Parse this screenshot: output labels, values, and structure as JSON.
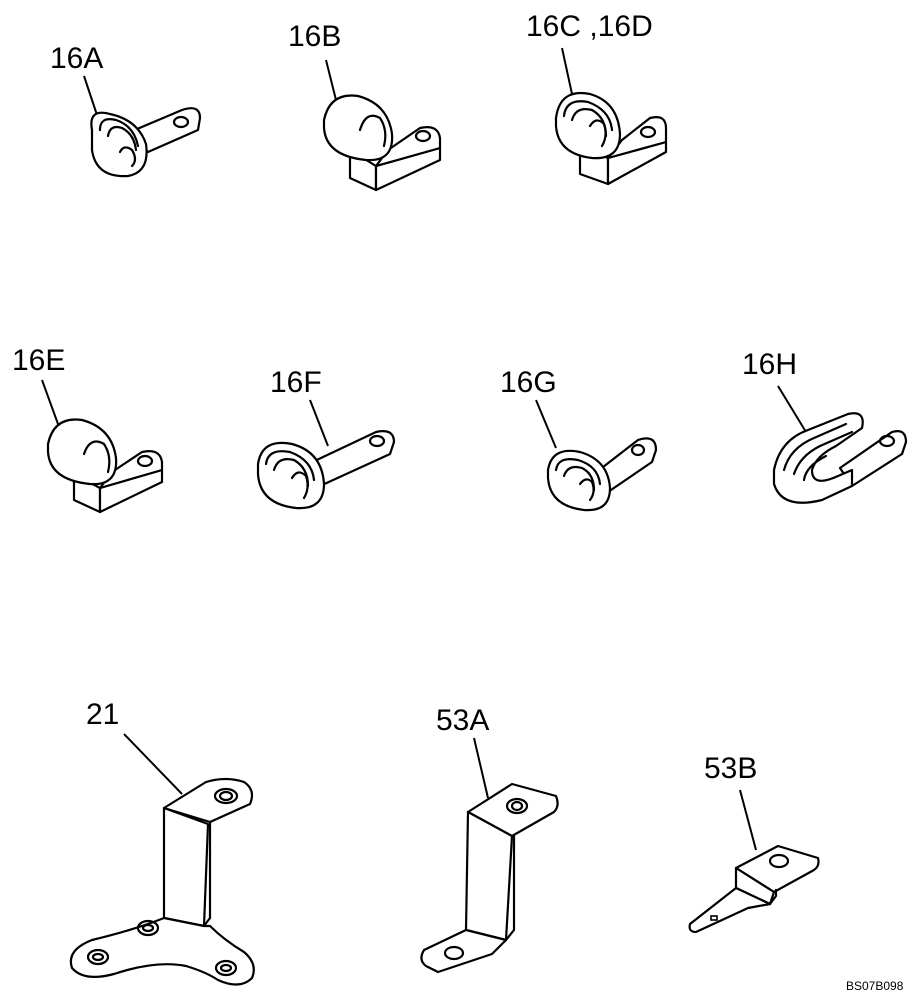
{
  "labels": {
    "p16a": "16A",
    "p16b": "16B",
    "p16cd": "16C ,16D",
    "p16e": "16E",
    "p16f": "16F",
    "p16g": "16G",
    "p16h": "16H",
    "p21": "21",
    "p53a": "53A",
    "p53b": "53B"
  },
  "drawing_code": "BS07B098"
}
